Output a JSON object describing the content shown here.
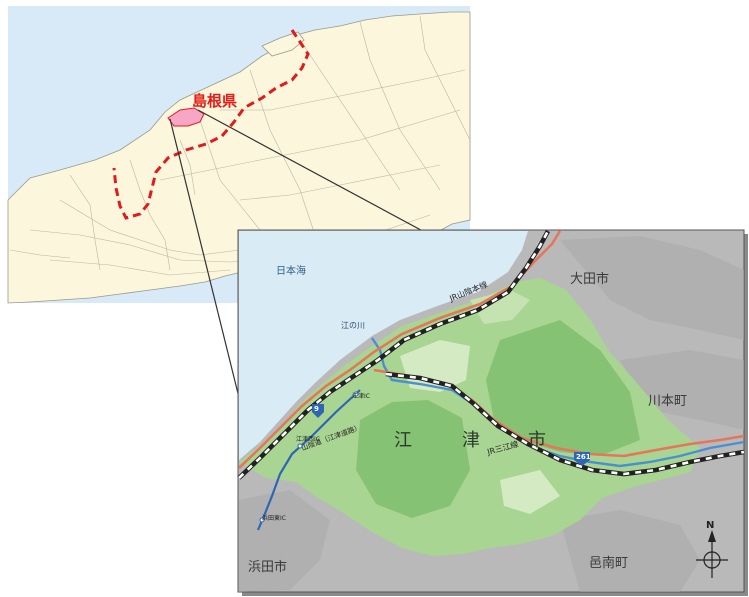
{
  "overview_map": {
    "prefecture_label": "島根県",
    "colors": {
      "land": "#fbf6dc",
      "sea": "#d8e9f7",
      "border": "#e01b1b",
      "highlight": "#f7a6c6"
    }
  },
  "detail_map": {
    "sea_label": "日本海",
    "neighbors": {
      "ota": "大田市",
      "kawamoto": "川本町",
      "hamada": "浜田市",
      "ohnan": "邑南町"
    },
    "city_name_chars": [
      "江",
      "津",
      "市"
    ],
    "river_label": "江の川",
    "rail_lines": {
      "sanin": "JR山陰本線",
      "sanko": "JR三江線"
    },
    "expressway_label": "山陰道（江津道路）",
    "interchanges": {
      "gotsu": "江津IC",
      "gotsu_nishi": "江津西IC",
      "hamada_higashi": "浜田東IC"
    },
    "route_shields": {
      "r9": "9",
      "r261": "261"
    },
    "compass_label": "N",
    "colors": {
      "sea": "#d9ebf5",
      "city": "#a9d592",
      "outside": "#b9b9b9",
      "road": "#e4765a",
      "river": "#4a8fd0",
      "expressway": "#2d67b4"
    }
  }
}
